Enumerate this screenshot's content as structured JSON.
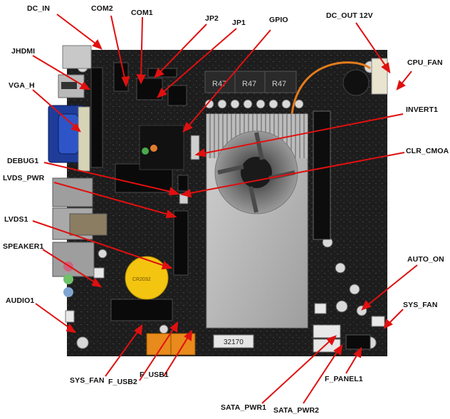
{
  "labels": {
    "dc_in": "DC_IN",
    "com2": "COM2",
    "com1": "COM1",
    "jp2": "JP2",
    "jp1": "JP1",
    "gpio": "GPIO",
    "dc_out": "DC_OUT 12V",
    "cpu_fan": "CPU_FAN",
    "jhdmi": "JHDMI",
    "vga_h": "VGA_H",
    "invert1": "INVERT1",
    "debug1": "DEBUG1",
    "clr_cmoa": "CLR_CMOA",
    "lvds_pwr": "LVDS_PWR",
    "lvds1": "LVDS1",
    "speaker1": "SPEAKER1",
    "auto_on": "AUTO_ON",
    "audio1": "AUDIO1",
    "sys_fan_right": "SYS_FAN",
    "sys_fan_left": "SYS_FAN",
    "f_usb2": "F_USB2",
    "f_usb1": "F_USB1",
    "f_panel1": "F_PANEL1",
    "sata_pwr1": "SATA_PWR1",
    "sata_pwr2": "SATA_PWR2"
  },
  "board": {
    "inductor_label": "R47",
    "chip_label": "32170",
    "battery_text": "CR2032"
  },
  "colors": {
    "arrow": "#e01010",
    "pcb": "#1b1b1b",
    "heatsink": "#b8b8b8",
    "sata": "#e8e8e8",
    "usb_header": "#e98a1c",
    "battery": "#f3c511"
  }
}
